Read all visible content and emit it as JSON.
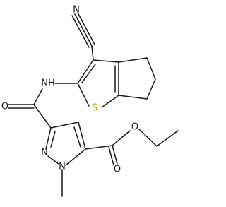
{
  "molecule": {
    "atom_labels": {
      "cyano_nitrogen": "N",
      "amide_nh": "NH",
      "thiophene_sulfur": "S",
      "amide_oxygen": "O",
      "pyrazole_n2": "N",
      "pyrazole_n1": "N",
      "ester_carbonyl_oxygen": "O",
      "ester_ether_oxygen": "O"
    },
    "colors": {
      "bond": "#1a1a1a",
      "sulfur": "#c9a400"
    }
  }
}
